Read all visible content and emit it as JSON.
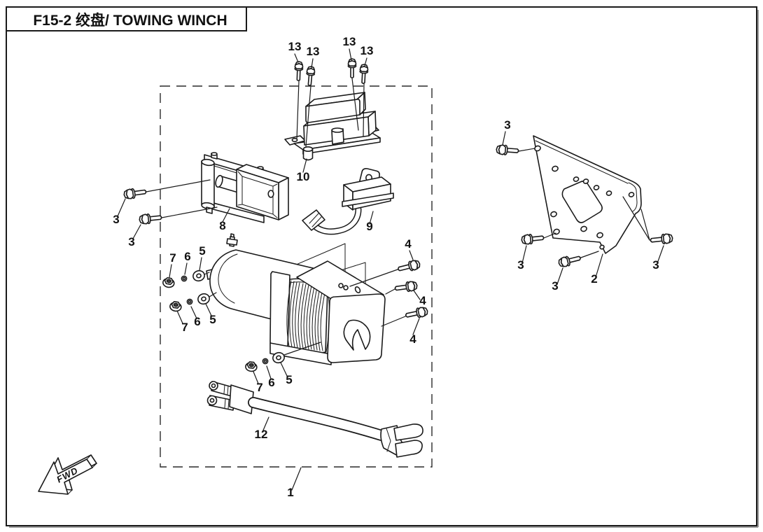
{
  "title": "F15-2 绞盘/ TOWING WINCH",
  "figure": {
    "id": "F15-2",
    "name_cn": "绞盘",
    "name_en": "TOWING WINCH"
  },
  "fwd_label": "FWD",
  "colors": {
    "line": "#1a1a1a",
    "background": "#ffffff",
    "label": "#111111"
  },
  "parts_diagram": {
    "part_numbers_visible": [
      1,
      2,
      3,
      4,
      5,
      6,
      7,
      8,
      9,
      10,
      12,
      13
    ],
    "callouts": [
      {
        "label": "13"
      },
      {
        "label": "13"
      },
      {
        "label": "13"
      },
      {
        "label": "13"
      },
      {
        "label": "3"
      },
      {
        "label": "3"
      },
      {
        "label": "8"
      },
      {
        "label": "10"
      },
      {
        "label": "9"
      },
      {
        "label": "7"
      },
      {
        "label": "6"
      },
      {
        "label": "5"
      },
      {
        "label": "7"
      },
      {
        "label": "6"
      },
      {
        "label": "5"
      },
      {
        "label": "4"
      },
      {
        "label": "4"
      },
      {
        "label": "4"
      },
      {
        "label": "7"
      },
      {
        "label": "6"
      },
      {
        "label": "5"
      },
      {
        "label": "12"
      },
      {
        "label": "1"
      },
      {
        "label": "3"
      },
      {
        "label": "3"
      },
      {
        "label": "3"
      },
      {
        "label": "2"
      },
      {
        "label": "3"
      }
    ]
  }
}
